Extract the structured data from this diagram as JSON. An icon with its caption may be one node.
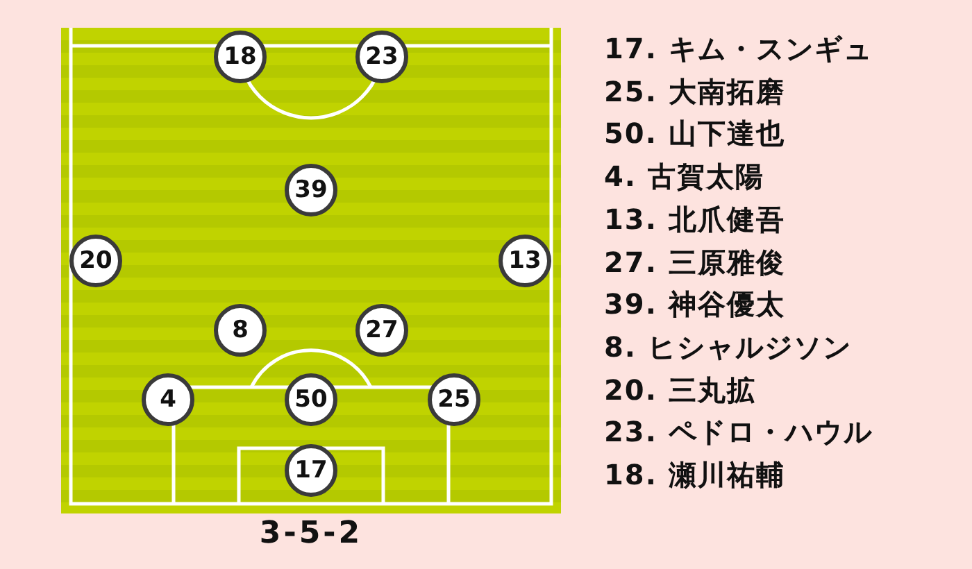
{
  "diagram": {
    "caption": "3-5-2",
    "nodes": [
      {
        "text": [
          "18"
        ]
      },
      {
        "text": [
          "23"
        ]
      },
      {
        "text": [
          "39"
        ]
      },
      {
        "text": [
          "20"
        ]
      },
      {
        "text": [
          "13"
        ]
      },
      {
        "text": [
          "8"
        ]
      },
      {
        "text": [
          "27"
        ]
      },
      {
        "text": [
          "4"
        ]
      },
      {
        "text": [
          "50"
        ]
      },
      {
        "text": [
          "25"
        ]
      },
      {
        "text": [
          "17"
        ]
      }
    ],
    "labels": [
      "17. キム・スンギュ",
      "25. 大南拓磨",
      "50. 山下達也",
      "4. 古賀太陽",
      "13. 北爪健吾",
      "27. 三原雅俊",
      "39. 神谷優太",
      "8. ヒシャルジソン",
      "20. 三丸拡",
      "23. ペドロ・ハウル",
      "18. 瀬川祐輔"
    ]
  }
}
